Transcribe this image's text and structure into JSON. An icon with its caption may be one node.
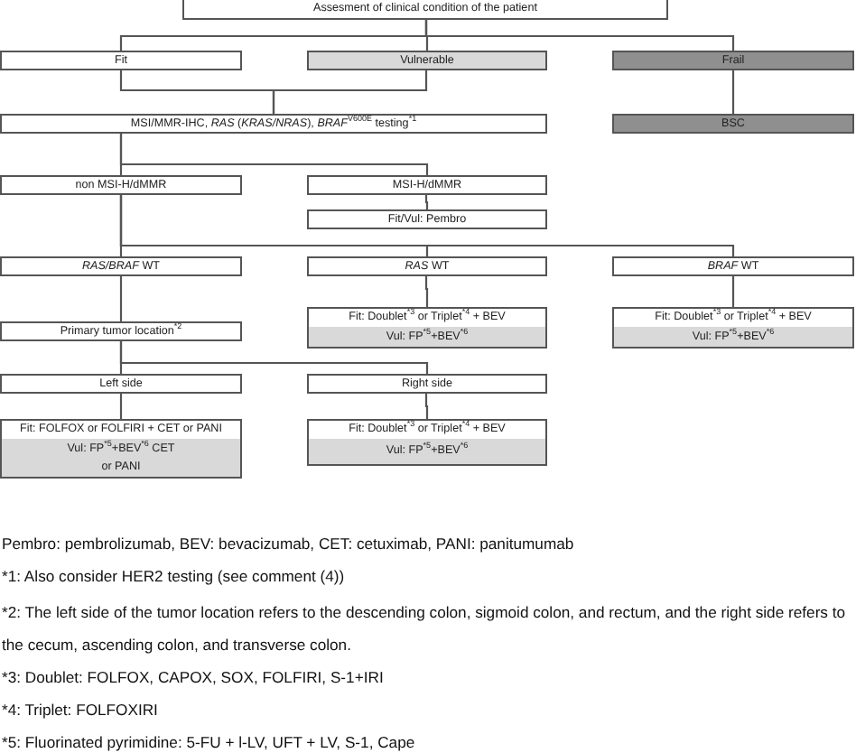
{
  "diagram": {
    "nodes": [
      {
        "text": [
          "Assesment of clinical condition of the patient"
        ]
      },
      {
        "text": [
          "Fit"
        ]
      },
      {
        "text": [
          "Vulnerable"
        ]
      },
      {
        "text": [
          "Frail"
        ]
      },
      {
        "text": [
          "MSI/MMR-IHC, *RAS* (*KRAS/NRAS*), *BRAF*$^{V600E}$ testing$^{*1}$"
        ]
      },
      {
        "text": [
          "BSC"
        ]
      },
      {
        "text": [
          "non MSI-H/dMMR"
        ]
      },
      {
        "text": [
          "MSI-H/dMMR"
        ]
      },
      {
        "text": [
          "Fit/Vul: Pembro"
        ]
      },
      {
        "text": [
          "*RAS/BRAF* WT"
        ]
      },
      {
        "text": [
          "*RAS* WT"
        ]
      },
      {
        "text": [
          "*BRAF* WT"
        ]
      },
      {
        "text": [
          "Primary tumor location$^{*2}$"
        ]
      },
      {
        "text": [
          "Fit: Doublet$^{*3}$ or Triplet$^{*4}$ + BEV"
        ]
      },
      {
        "text": [
          "Vul: FP$^{*5}$+BEV$^{*6}$"
        ]
      },
      {
        "text": [
          "Fit: Doublet$^{*3}$ or Triplet$^{*4}$ + BEV"
        ]
      },
      {
        "text": [
          "Vul: FP$^{*5}$+BEV$^{*6}$"
        ]
      },
      {
        "text": [
          "Left side"
        ]
      },
      {
        "text": [
          "Right side"
        ]
      },
      {
        "text": [
          "Fit: FOLFOX or FOLFIRI + CET or PANI"
        ]
      },
      {
        "text": [
          "Vul: FP$^{*5}$+BEV$^{*6}$ CET or PANI"
        ]
      },
      {
        "text": [
          "Fit: Doublet$^{*3}$ or Triplet$^{*4}$ + BEV"
        ]
      },
      {
        "text": [
          "Vul: FP$^{*5}$+BEV$^{*6}$"
        ]
      }
    ],
    "edges": [
      {
        "from": 0,
        "to": 1,
        "arrow": "none"
      },
      {
        "from": 0,
        "to": 2,
        "arrow": "none"
      },
      {
        "from": 0,
        "to": 3,
        "arrow": "none"
      },
      {
        "from": 1,
        "to": 4,
        "arrow": "none"
      },
      {
        "from": 2,
        "to": 4,
        "arrow": "none"
      },
      {
        "from": 3,
        "to": 5,
        "arrow": "none"
      },
      {
        "from": 4,
        "to": 6,
        "arrow": "none"
      },
      {
        "from": 4,
        "to": 7,
        "arrow": "none"
      },
      {
        "from": 7,
        "to": 8,
        "arrow": "none"
      },
      {
        "from": 6,
        "to": 9,
        "arrow": "none"
      },
      {
        "from": 6,
        "to": 10,
        "arrow": "none"
      },
      {
        "from": 6,
        "to": 11,
        "arrow": "none"
      },
      {
        "from": 9,
        "to": 12,
        "arrow": "none"
      },
      {
        "from": 10,
        "to": 13,
        "arrow": "none"
      },
      {
        "from": 11,
        "to": 15,
        "arrow": "none"
      },
      {
        "from": 12,
        "to": 17,
        "arrow": "none"
      },
      {
        "from": 12,
        "to": 18,
        "arrow": "none"
      },
      {
        "from": 17,
        "to": 19,
        "arrow": "none"
      },
      {
        "from": 18,
        "to": 21,
        "arrow": "none"
      }
    ],
    "labels": [
      "Pembro: pembrolizumab, BEV: bevacizumab, CET: cetuximab, PANI: panitumumab",
      "*1: Also consider HER2 testing (see comment (4))",
      "*2: The left side of the tumor location refers to the descending colon, sigmoid colon, and rectum, and the right side refers to the cecum, ascending colon, and transverse colon.",
      "*3: Doublet: FOLFOX, CAPOX, SOX, FOLFIRI, S-1+IRI",
      "*4: Triplet: FOLFOXIRI",
      "*5: Fluorinated pyrimidine: 5-FU + l-LV, UFT + LV, S-1, Cape"
    ]
  }
}
